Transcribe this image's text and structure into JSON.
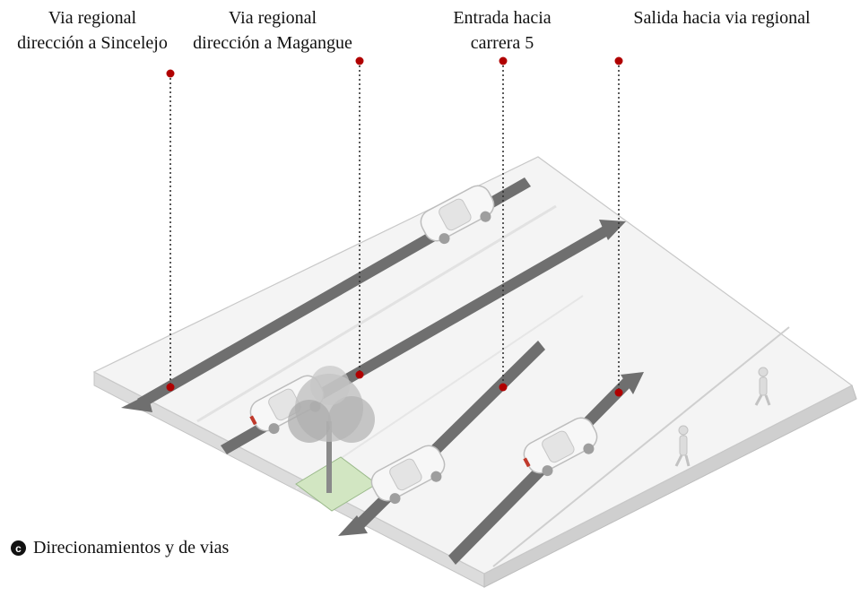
{
  "callouts": [
    {
      "id": "sincelejo",
      "line1": "Via regional",
      "line2": "dirección a Sincelejo"
    },
    {
      "id": "magangue",
      "line1": "Via regional",
      "line2": "dirección a Magangue"
    },
    {
      "id": "carrera",
      "line1": "Entrada hacia",
      "line2": "carrera 5"
    },
    {
      "id": "salida",
      "line1": "Salida hacia via regional",
      "line2": ""
    }
  ],
  "caption": {
    "badge": "c",
    "text": "Direcionamientos y de vias"
  },
  "colors": {
    "marker": "#b00000",
    "arrow": "#6e6e6e",
    "slab_top": "#f3f3f3",
    "slab_edge": "#d9d9d9",
    "tree": "#9a9a9a",
    "grass": "#c8e0b4"
  },
  "icons": [
    "car-icon",
    "tree-icon",
    "pedestrian-icon",
    "location-marker-icon"
  ]
}
